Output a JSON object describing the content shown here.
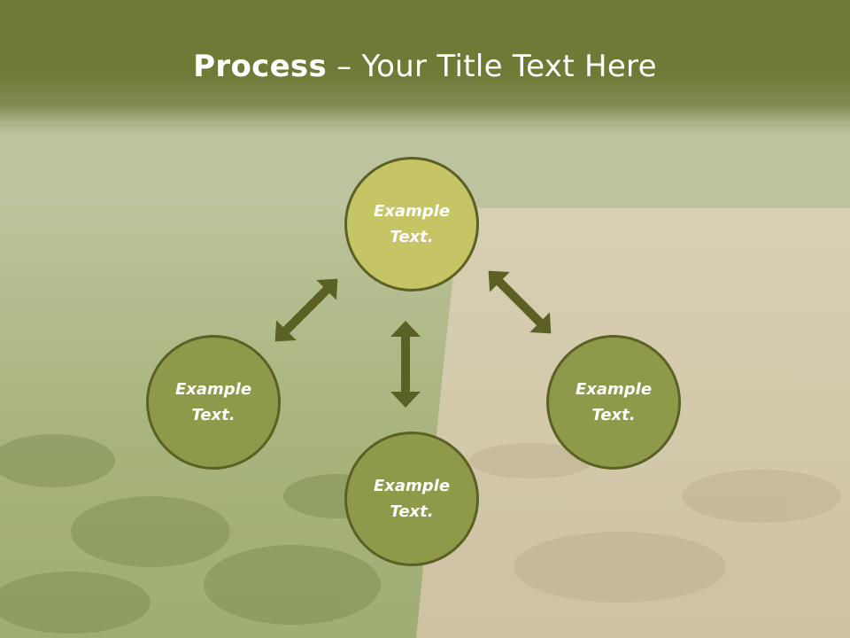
{
  "slide": {
    "title_bold": "Process",
    "title_rest": " – Your Title Text Here"
  },
  "nodes": {
    "top": "Example Text.",
    "left": "Example Text.",
    "bottom": "Example Text.",
    "right": "Example Text."
  },
  "colors": {
    "header": "#6e7a36",
    "node_highlight": "#c6c566",
    "node": "#8e9a4a",
    "node_border": "#5b6124",
    "arrow": "#5b6124"
  }
}
